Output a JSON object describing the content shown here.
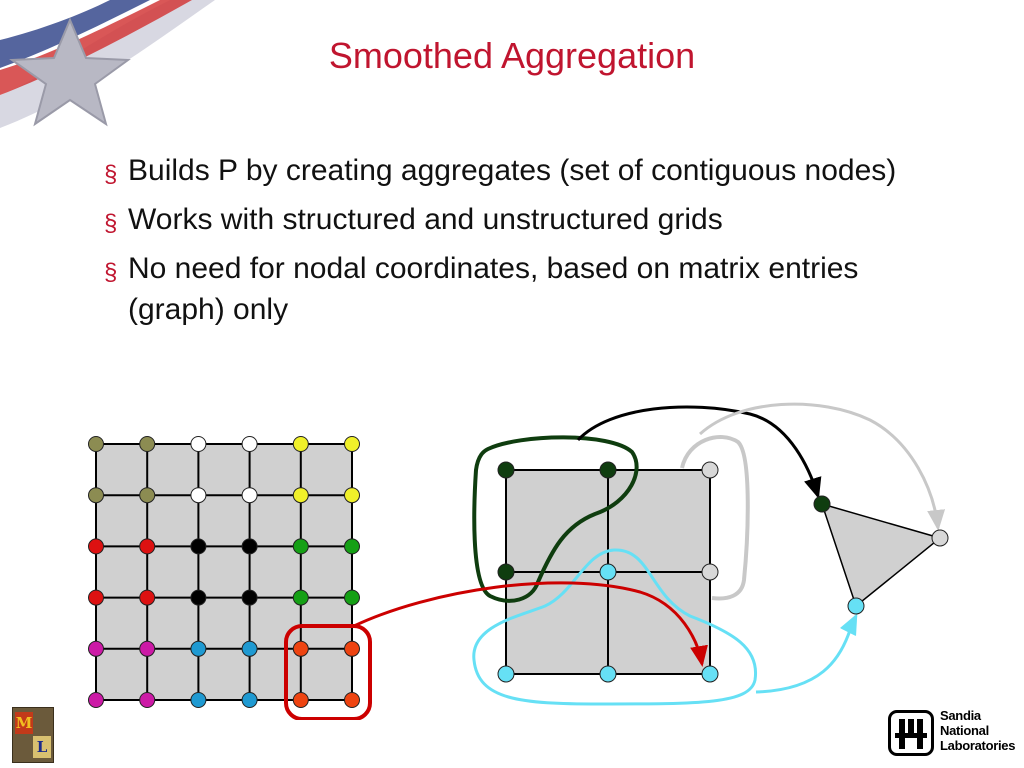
{
  "slide": {
    "title": "Smoothed Aggregation",
    "bullet_glyph": "§",
    "bullets": [
      "Builds P by creating aggregates (set of contiguous nodes)",
      "Works with structured and unstructured grids",
      "No need for nodal coordinates, based on matrix entries (graph) only"
    ]
  },
  "colors": {
    "title": "#c0152f",
    "grid_fill": "#d0d0d0",
    "olive": "#8c8c52",
    "white_node": "#ffffff",
    "yellow": "#f0f02a",
    "red": "#dd1111",
    "black": "#000000",
    "green": "#15a015",
    "magenta": "#cc1aa6",
    "blue": "#1f9ad2",
    "orange": "#ee4411",
    "dark_green": "#0f3d0f",
    "light_gray_node": "#d8d8d8",
    "cyan": "#66e0f5",
    "red_arrow": "#cc0000",
    "black_arrow": "#000000",
    "gray_arrow": "#c8c8c8",
    "cyan_arrow": "#66e0f5"
  },
  "fine_grid": {
    "node_colors": [
      [
        "olive",
        "olive",
        "white_node",
        "white_node",
        "yellow",
        "yellow"
      ],
      [
        "olive",
        "olive",
        "white_node",
        "white_node",
        "yellow",
        "yellow"
      ],
      [
        "red",
        "red",
        "black",
        "black",
        "green",
        "green"
      ],
      [
        "red",
        "red",
        "black",
        "black",
        "green",
        "green"
      ],
      [
        "magenta",
        "magenta",
        "blue",
        "blue",
        "orange",
        "orange"
      ],
      [
        "magenta",
        "magenta",
        "blue",
        "blue",
        "orange",
        "orange"
      ]
    ]
  },
  "coarse_grid": {
    "node_colors": [
      [
        "dark_green",
        "dark_green",
        "light_gray_node"
      ],
      [
        "dark_green",
        "cyan",
        "light_gray_node"
      ],
      [
        "cyan",
        "cyan",
        "cyan"
      ]
    ]
  },
  "triangle": {
    "node_colors": [
      "dark_green",
      "light_gray_node",
      "cyan"
    ]
  },
  "logos": {
    "ml_letters": [
      "M",
      "L"
    ],
    "sandia_lines": [
      "Sandia",
      "National",
      "Laboratories"
    ]
  }
}
